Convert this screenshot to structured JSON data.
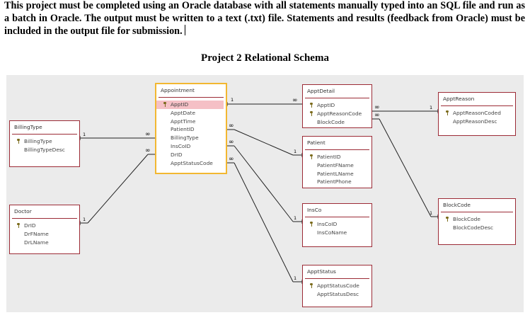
{
  "instructions": "This project must be completed using an Oracle database with all statements manually typed into an SQL file and run as a batch in Oracle. The output must be written to a text (.txt) file.  Statements and results (feedback from Oracle) must be included in the output file for submission.",
  "schema_title": "Project 2 Relational Schema",
  "relationship_labels": {
    "one": "1",
    "many": "∞"
  },
  "tables": {
    "appointment": {
      "name": "Appointment",
      "fields": [
        "ApptID",
        "ApptDate",
        "ApptTime",
        "PatientID",
        "BillingType",
        "InsCoID",
        "DrID",
        "ApptStatusCode"
      ]
    },
    "billing_type": {
      "name": "BillingType",
      "fields": [
        "BillingType",
        "BillingTypeDesc"
      ]
    },
    "doctor": {
      "name": "Doctor",
      "fields": [
        "DrID",
        "DrFName",
        "DrLName"
      ]
    },
    "appt_detail": {
      "name": "ApptDetail",
      "fields": [
        "ApptID",
        "ApptReasonCode",
        "BlockCode"
      ]
    },
    "patient": {
      "name": "Patient",
      "fields": [
        "PatientID",
        "PatientFName",
        "PatientLName",
        "PatientPhone"
      ]
    },
    "ins_co": {
      "name": "InsCo",
      "fields": [
        "InsCoID",
        "InsCoName"
      ]
    },
    "appt_status": {
      "name": "ApptStatus",
      "fields": [
        "ApptStatusCode",
        "ApptStatusDesc"
      ]
    },
    "appt_reason": {
      "name": "ApptReason",
      "fields": [
        "ApptReasonCoded",
        "ApptReasonDesc"
      ]
    },
    "block_code": {
      "name": "BlockCode",
      "fields": [
        "BlockCode",
        "BlockCodeDesc"
      ]
    }
  }
}
